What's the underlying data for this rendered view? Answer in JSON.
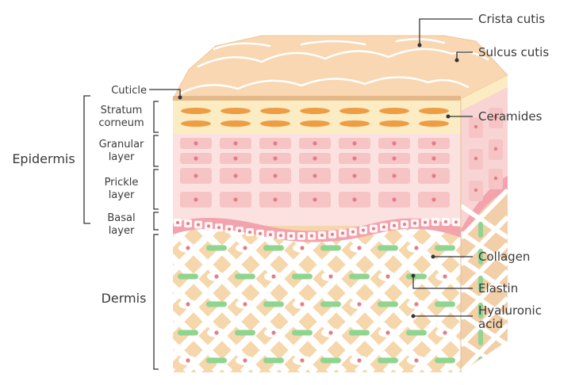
{
  "left_layer_labels": {
    "cuticle": "Cuticle",
    "stratum_1": "Stratum",
    "stratum_2": "corneum",
    "granular_1": "Granular",
    "granular_2": "layer",
    "prickle_1": "Prickle",
    "prickle_2": "layer",
    "basal_1": "Basal",
    "basal_2": "layer"
  },
  "group_labels": {
    "epidermis": "Epidermis",
    "dermis": "Dermis"
  },
  "right_labels": {
    "crista": "Crista cutis",
    "sulcus": "Sulcus cutis",
    "ceramides": "Ceramides",
    "collagen": "Collagen",
    "elastin": "Elastin",
    "hyaluronic_1": "Hyaluronic",
    "hyaluronic_2": "acid"
  },
  "colors": {
    "skin_surface": "#f8d7b2",
    "stratum": "#fcecc4",
    "ceramide": "#ee9d44",
    "cell_layer": "#fbe2e0",
    "cell": "#f6c4c4",
    "nucleus": "#e47d86",
    "basal_cell": "#f3a3ad",
    "dermis": "#f6d6ab",
    "collagen_fiber": "#ffffff",
    "elastin_fiber": "#8fd48f",
    "leader_line": "#333333"
  }
}
